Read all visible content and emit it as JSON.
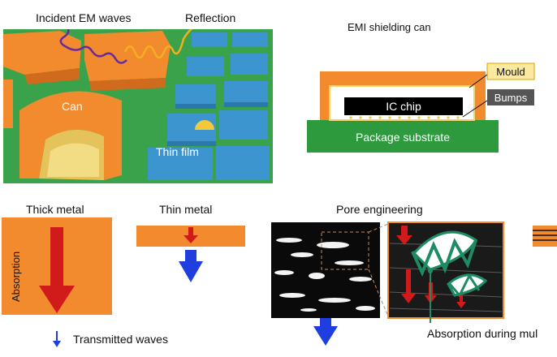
{
  "scene": {
    "incident_label": "Incident EM waves",
    "reflection_label": "Reflection",
    "can_label": "Can",
    "thin_film_label": "Thin film"
  },
  "emi": {
    "title": "EMI shielding can",
    "mould_label": "Mould",
    "bumps_label": "Bumps",
    "chip_label": "IC chip",
    "substrate_label": "Package substrate"
  },
  "panels": {
    "thick_metal_label": "Thick metal",
    "absorption_label": "Absorption",
    "thin_metal_label": "Thin metal",
    "pore_label": "Pore engineering",
    "transmitted_label": "Transmitted waves",
    "absorption_multi_label": "Absorption during mul"
  },
  "colors": {
    "orange": "#f28a2e",
    "green": "#39a84a",
    "blue_tile": "#3d95d0",
    "red_arrow": "#d11a1a",
    "blue_arrow": "#1e3ee0",
    "teal": "#1e8c62"
  }
}
